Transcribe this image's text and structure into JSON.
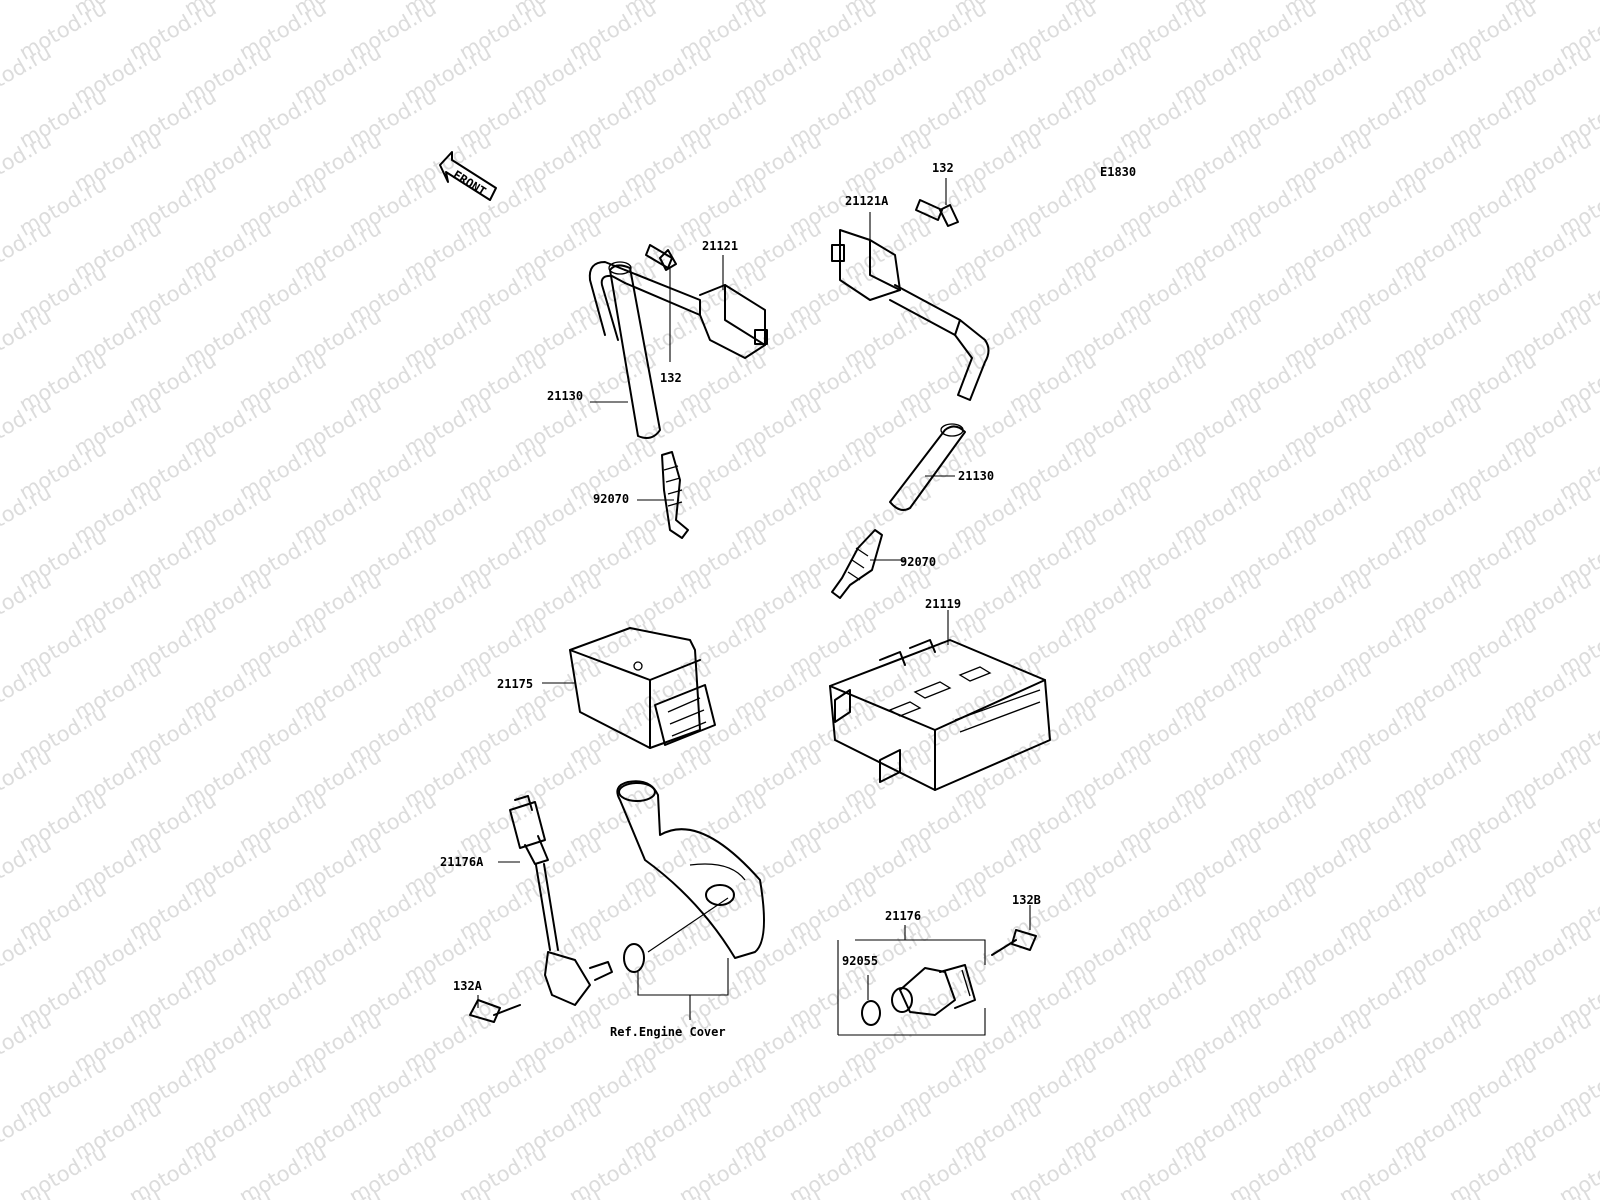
{
  "watermark": "motod.ru",
  "diagram_code": "E1830",
  "front_label": "FRONT",
  "ref_note": "Ref.Engine Cover",
  "parts": {
    "p132_top": "132",
    "p21121A": "21121A",
    "p21121": "21121",
    "p132_left": "132",
    "p21130_left": "21130",
    "p21130_right": "21130",
    "p92070_left": "92070",
    "p92070_right": "92070",
    "p21119": "21119",
    "p21175": "21175",
    "p21176A": "21176A",
    "p132A": "132A",
    "p21176": "21176",
    "p132B": "132B",
    "p92055": "92055"
  }
}
